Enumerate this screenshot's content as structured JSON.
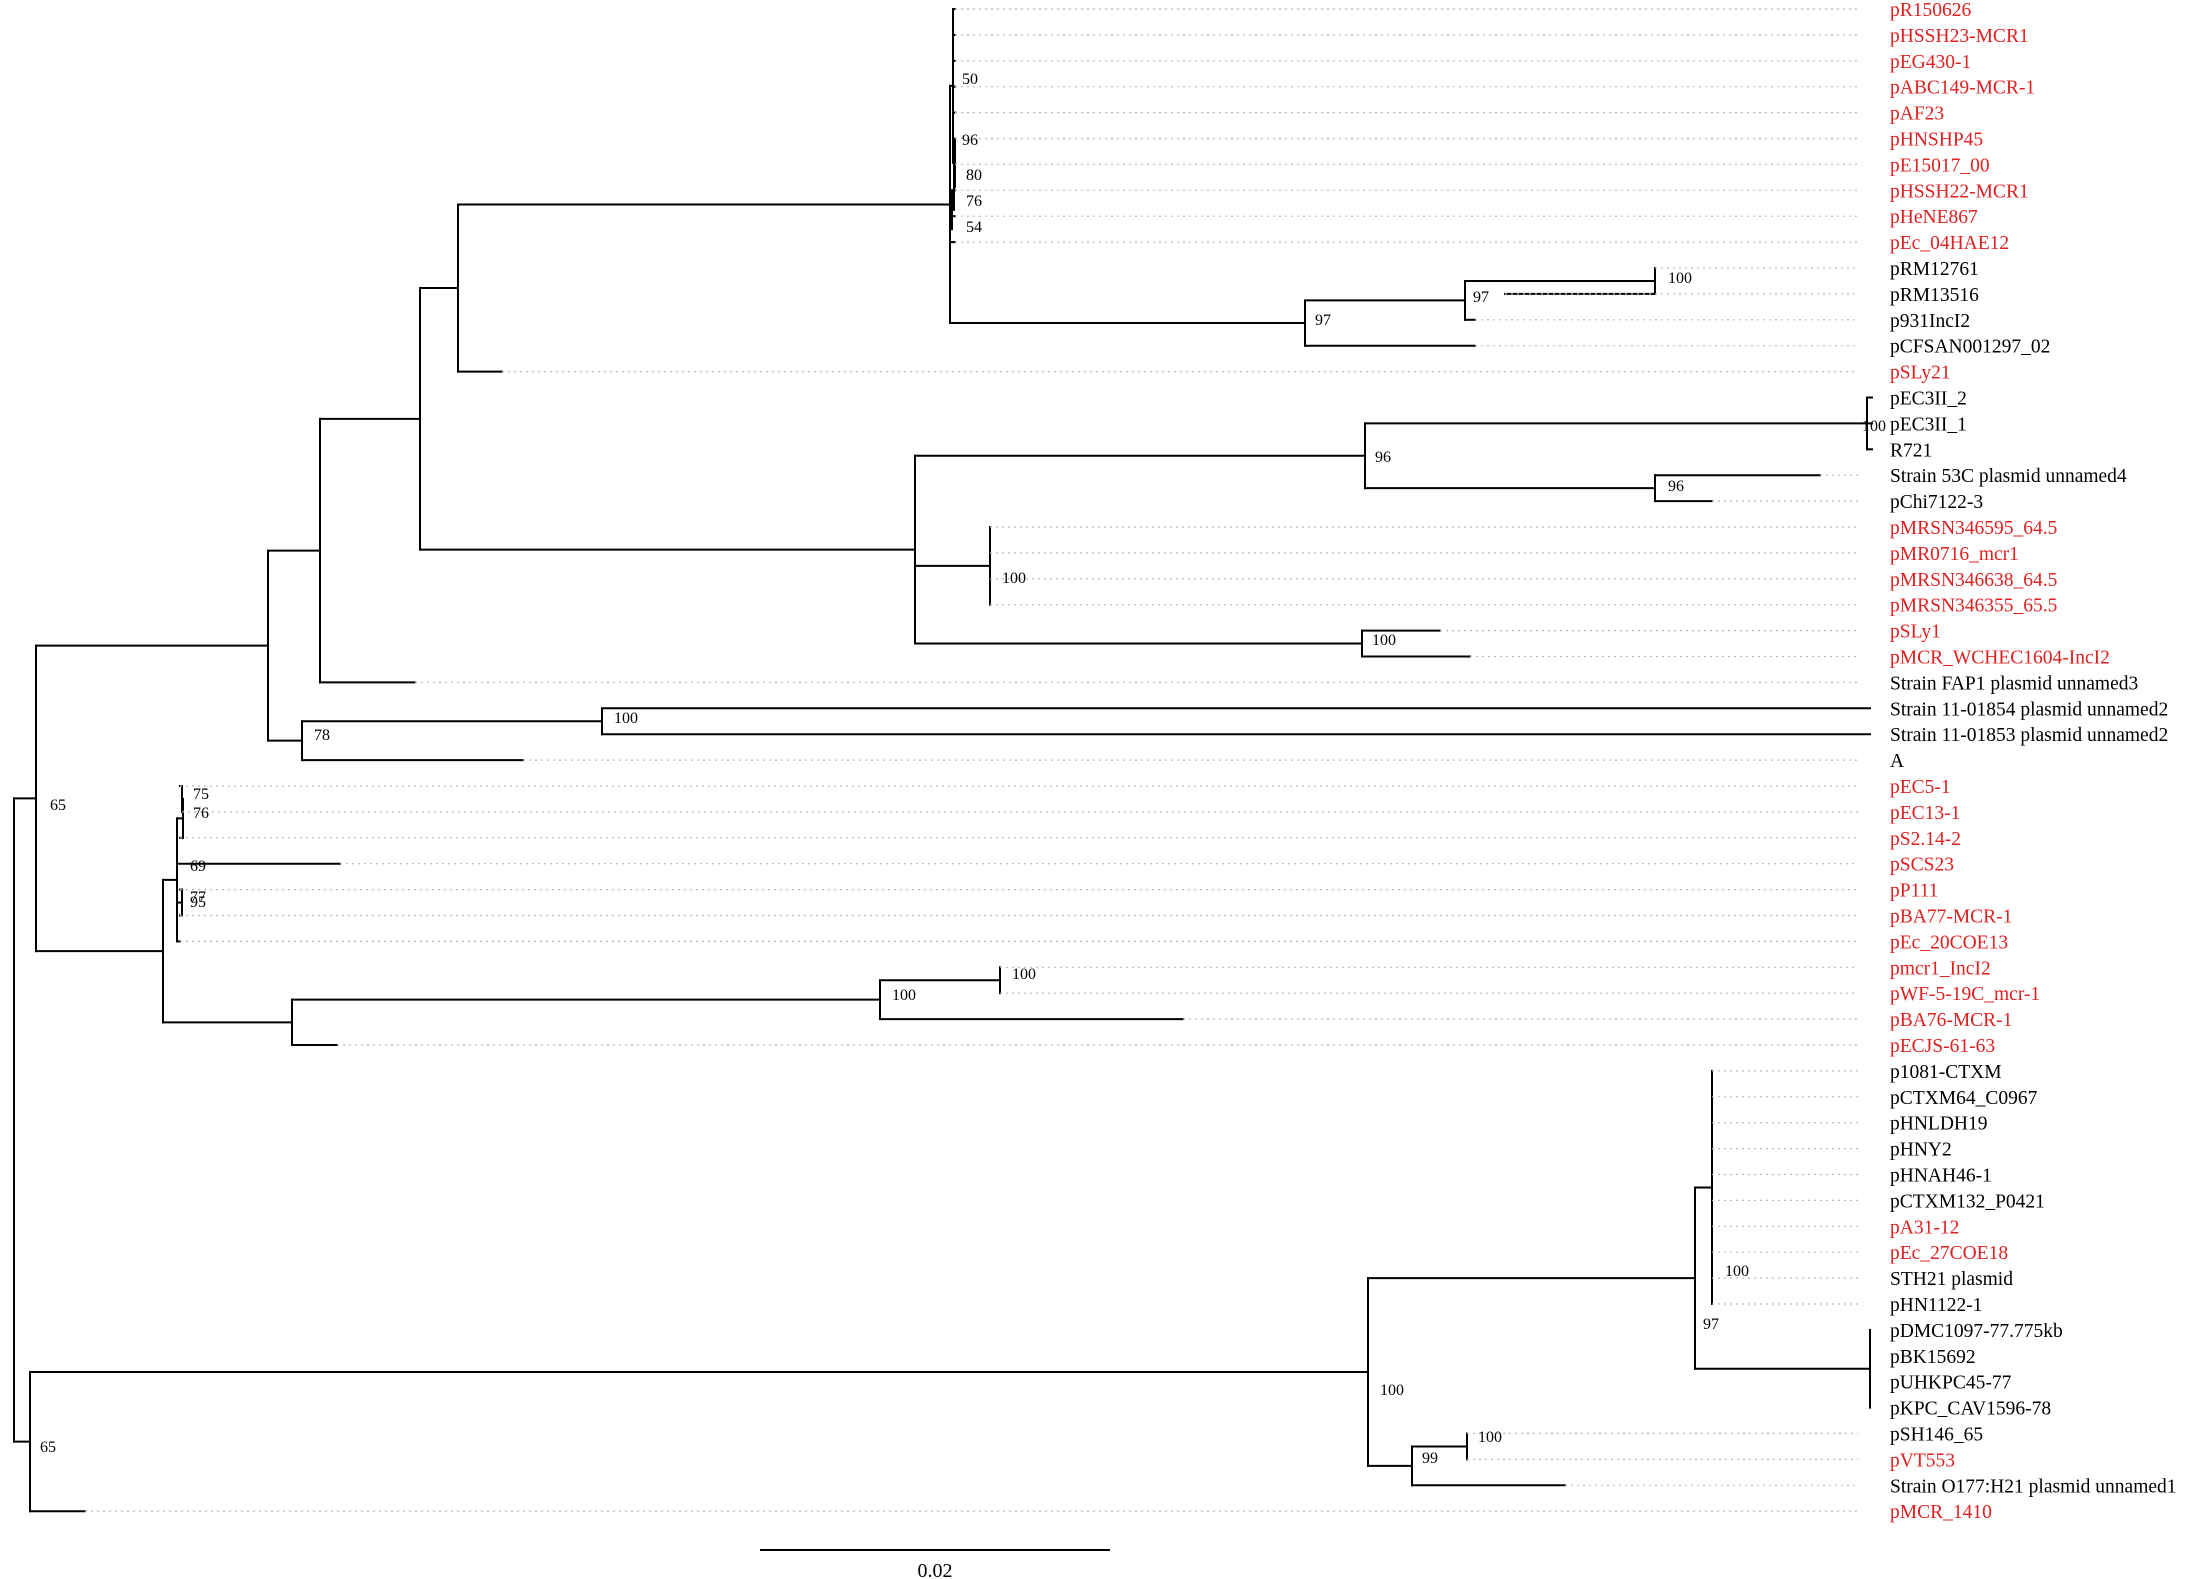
{
  "colors": {
    "highlight": "#e02020",
    "default": "#000000"
  },
  "scale_bar": {
    "label": "0.02"
  },
  "leaves": [
    {
      "id": "pR150626",
      "label": "pR150626",
      "red": true
    },
    {
      "id": "pHSSH23",
      "label": "pHSSH23-MCR1",
      "red": true
    },
    {
      "id": "pEG430",
      "label": "pEG430-1",
      "red": true
    },
    {
      "id": "pABC149",
      "label": "pABC149-MCR-1",
      "red": true
    },
    {
      "id": "pAF23",
      "label": "pAF23",
      "red": true
    },
    {
      "id": "pHNSHP45",
      "label": "pHNSHP45",
      "red": true
    },
    {
      "id": "pE15017",
      "label": "pE15017_00",
      "red": true
    },
    {
      "id": "pHSSH22",
      "label": "pHSSH22-MCR1",
      "red": true
    },
    {
      "id": "pHeNE867",
      "label": "pHeNE867",
      "red": true
    },
    {
      "id": "pEc04HAE12",
      "label": "pEc_04HAE12",
      "red": true
    },
    {
      "id": "pRM12761",
      "label": "pRM12761",
      "red": false
    },
    {
      "id": "pRM13516",
      "label": "pRM13516",
      "red": false
    },
    {
      "id": "p931IncI2",
      "label": "p931IncI2",
      "red": false
    },
    {
      "id": "pCFSAN",
      "label": "pCFSAN001297_02",
      "red": false
    },
    {
      "id": "pSLy21",
      "label": "pSLy21",
      "red": true
    },
    {
      "id": "pEC3II2",
      "label": "pEC3II_2",
      "red": false
    },
    {
      "id": "pEC3II1",
      "label": "pEC3II_1",
      "red": false
    },
    {
      "id": "R721",
      "label": "R721",
      "red": false
    },
    {
      "id": "s53C",
      "label": "Strain 53C plasmid unnamed4",
      "red": false
    },
    {
      "id": "pChi7122",
      "label": "pChi7122-3",
      "red": false
    },
    {
      "id": "pMRSN595",
      "label": "pMRSN346595_64.5",
      "red": true
    },
    {
      "id": "pMR0716",
      "label": "pMR0716_mcr1",
      "red": true
    },
    {
      "id": "pMRSN638",
      "label": "pMRSN346638_64.5",
      "red": true
    },
    {
      "id": "pMRSN355",
      "label": "pMRSN346355_65.5",
      "red": true
    },
    {
      "id": "pSLy1",
      "label": "pSLy1",
      "red": true
    },
    {
      "id": "pMCRWCHEC",
      "label": "pMCR_WCHEC1604-IncI2",
      "red": true
    },
    {
      "id": "sFAP1",
      "label": "Strain FAP1 plasmid unnamed3",
      "red": false
    },
    {
      "id": "s11854",
      "label": "Strain 11-01854 plasmid unnamed2",
      "red": false
    },
    {
      "id": "s11853",
      "label": "Strain 11-01853 plasmid unnamed2",
      "red": false
    },
    {
      "id": "A",
      "label": "A",
      "red": false
    },
    {
      "id": "pEC51",
      "label": "pEC5-1",
      "red": true
    },
    {
      "id": "pEC131",
      "label": "pEC13-1",
      "red": true
    },
    {
      "id": "pS2142",
      "label": "pS2.14-2",
      "red": true
    },
    {
      "id": "pSCS23",
      "label": "pSCS23",
      "red": true
    },
    {
      "id": "pP111",
      "label": "pP111",
      "red": true
    },
    {
      "id": "pBA77",
      "label": "pBA77-MCR-1",
      "red": true
    },
    {
      "id": "pEc20COE13",
      "label": "pEc_20COE13",
      "red": true
    },
    {
      "id": "pmcr1IncI2",
      "label": "pmcr1_IncI2",
      "red": true
    },
    {
      "id": "pWF519C",
      "label": "pWF-5-19C_mcr-1",
      "red": true
    },
    {
      "id": "pBA76",
      "label": "pBA76-MCR-1",
      "red": true
    },
    {
      "id": "pECJS6163",
      "label": "pECJS-61-63",
      "red": true
    },
    {
      "id": "p1081",
      "label": "p1081-CTXM",
      "red": false
    },
    {
      "id": "pCTXM64",
      "label": "pCTXM64_C0967",
      "red": false
    },
    {
      "id": "pHNLDH19",
      "label": "pHNLDH19",
      "red": false
    },
    {
      "id": "pHNY2",
      "label": "pHNY2",
      "red": false
    },
    {
      "id": "pHNAH46",
      "label": "pHNAH46-1",
      "red": false
    },
    {
      "id": "pCTXM132",
      "label": "pCTXM132_P0421",
      "red": false
    },
    {
      "id": "pA3112",
      "label": "pA31-12",
      "red": true
    },
    {
      "id": "pEc27COE18",
      "label": "pEc_27COE18",
      "red": true
    },
    {
      "id": "STH21",
      "label": "STH21 plasmid",
      "red": false
    },
    {
      "id": "pHN1122",
      "label": "pHN1122-1",
      "red": false
    },
    {
      "id": "pDMC1097",
      "label": "pDMC1097-77.775kb",
      "red": false
    },
    {
      "id": "pBK15692",
      "label": "pBK15692",
      "red": false
    },
    {
      "id": "pUHKPC45",
      "label": "pUHKPC45-77",
      "red": false
    },
    {
      "id": "pKPCCAV",
      "label": "pKPC_CAV1596-78",
      "red": false
    },
    {
      "id": "pSH146",
      "label": "pSH146_65",
      "red": false
    },
    {
      "id": "pVT553",
      "label": "pVT553",
      "red": true
    },
    {
      "id": "sO177",
      "label": "Strain O177:H21 plasmid unnamed1",
      "red": false
    },
    {
      "id": "pMCR1410",
      "label": "pMCR_1410",
      "red": true
    }
  ],
  "support_values": [
    {
      "node": "n_50",
      "value": "50"
    },
    {
      "node": "n_96a",
      "value": "96"
    },
    {
      "node": "n_80",
      "value": "80"
    },
    {
      "node": "n_76a",
      "value": "76"
    },
    {
      "node": "n_54",
      "value": "54"
    },
    {
      "node": "n_100a",
      "value": "100"
    },
    {
      "node": "n_97a",
      "value": "97"
    },
    {
      "node": "n_97b",
      "value": "97"
    },
    {
      "node": "n_100b",
      "value": "100"
    },
    {
      "node": "n_96b",
      "value": "96"
    },
    {
      "node": "n_96c",
      "value": "96"
    },
    {
      "node": "n_100c",
      "value": "100"
    },
    {
      "node": "n_100d",
      "value": "100"
    },
    {
      "node": "n_100e",
      "value": "100"
    },
    {
      "node": "n_78",
      "value": "78"
    },
    {
      "node": "n_65a",
      "value": "65"
    },
    {
      "node": "n_75",
      "value": "75"
    },
    {
      "node": "n_76b",
      "value": "76"
    },
    {
      "node": "n_69",
      "value": "69"
    },
    {
      "node": "n_77",
      "value": "77"
    },
    {
      "node": "n_95",
      "value": "95"
    },
    {
      "node": "n_100f",
      "value": "100"
    },
    {
      "node": "n_100g",
      "value": "100"
    },
    {
      "node": "n_100h",
      "value": "100"
    },
    {
      "node": "n_97c",
      "value": "97"
    },
    {
      "node": "n_100i",
      "value": "100"
    },
    {
      "node": "n_100j",
      "value": "100"
    },
    {
      "node": "n_99",
      "value": "99"
    },
    {
      "node": "n_65b",
      "value": "65"
    }
  ]
}
